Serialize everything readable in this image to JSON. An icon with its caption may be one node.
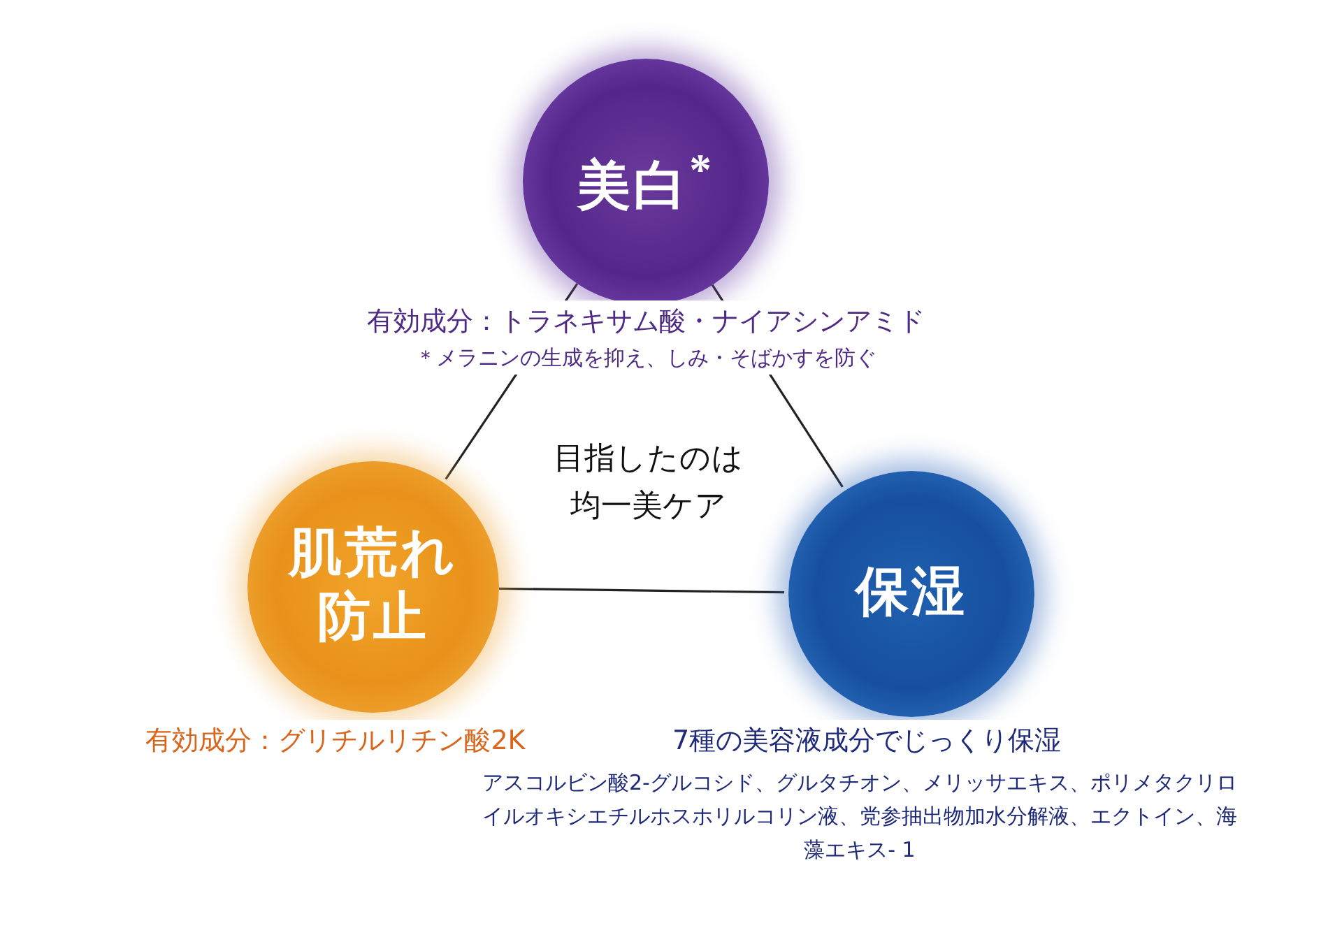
{
  "diagram": {
    "nodes": [
      {
        "text": [
          "美白$^{*}$"
        ],
        "beside": [
          "有効成分：トラネキサム酸・ナイアシンアミド",
          "＊メラニンの生成を抑え、しみ・そばかすを防ぐ"
        ]
      },
      {
        "text": [
          "肌荒れ防止"
        ],
        "beside": [
          "有効成分：グリチルリチン酸2K"
        ]
      },
      {
        "text": [
          "保湿"
        ],
        "beside": [
          "7種の美容液成分でじっくり保湿",
          "アスコルビン酸2-グルコシド、グルタチオン、メリッサエキス、ポリメタクリロイルオキシエチルホスホリルコリン液、党参抽出物加水分解液、エクトイン、海藻エキス- 1"
        ]
      }
    ],
    "edges": [
      {
        "from": 0,
        "to": 1,
        "arrow": "none"
      },
      {
        "from": 0,
        "to": 2,
        "arrow": "none"
      },
      {
        "from": 1,
        "to": 2,
        "arrow": "none"
      }
    ],
    "labels": [
      "目指したのは均一美ケア"
    ]
  }
}
